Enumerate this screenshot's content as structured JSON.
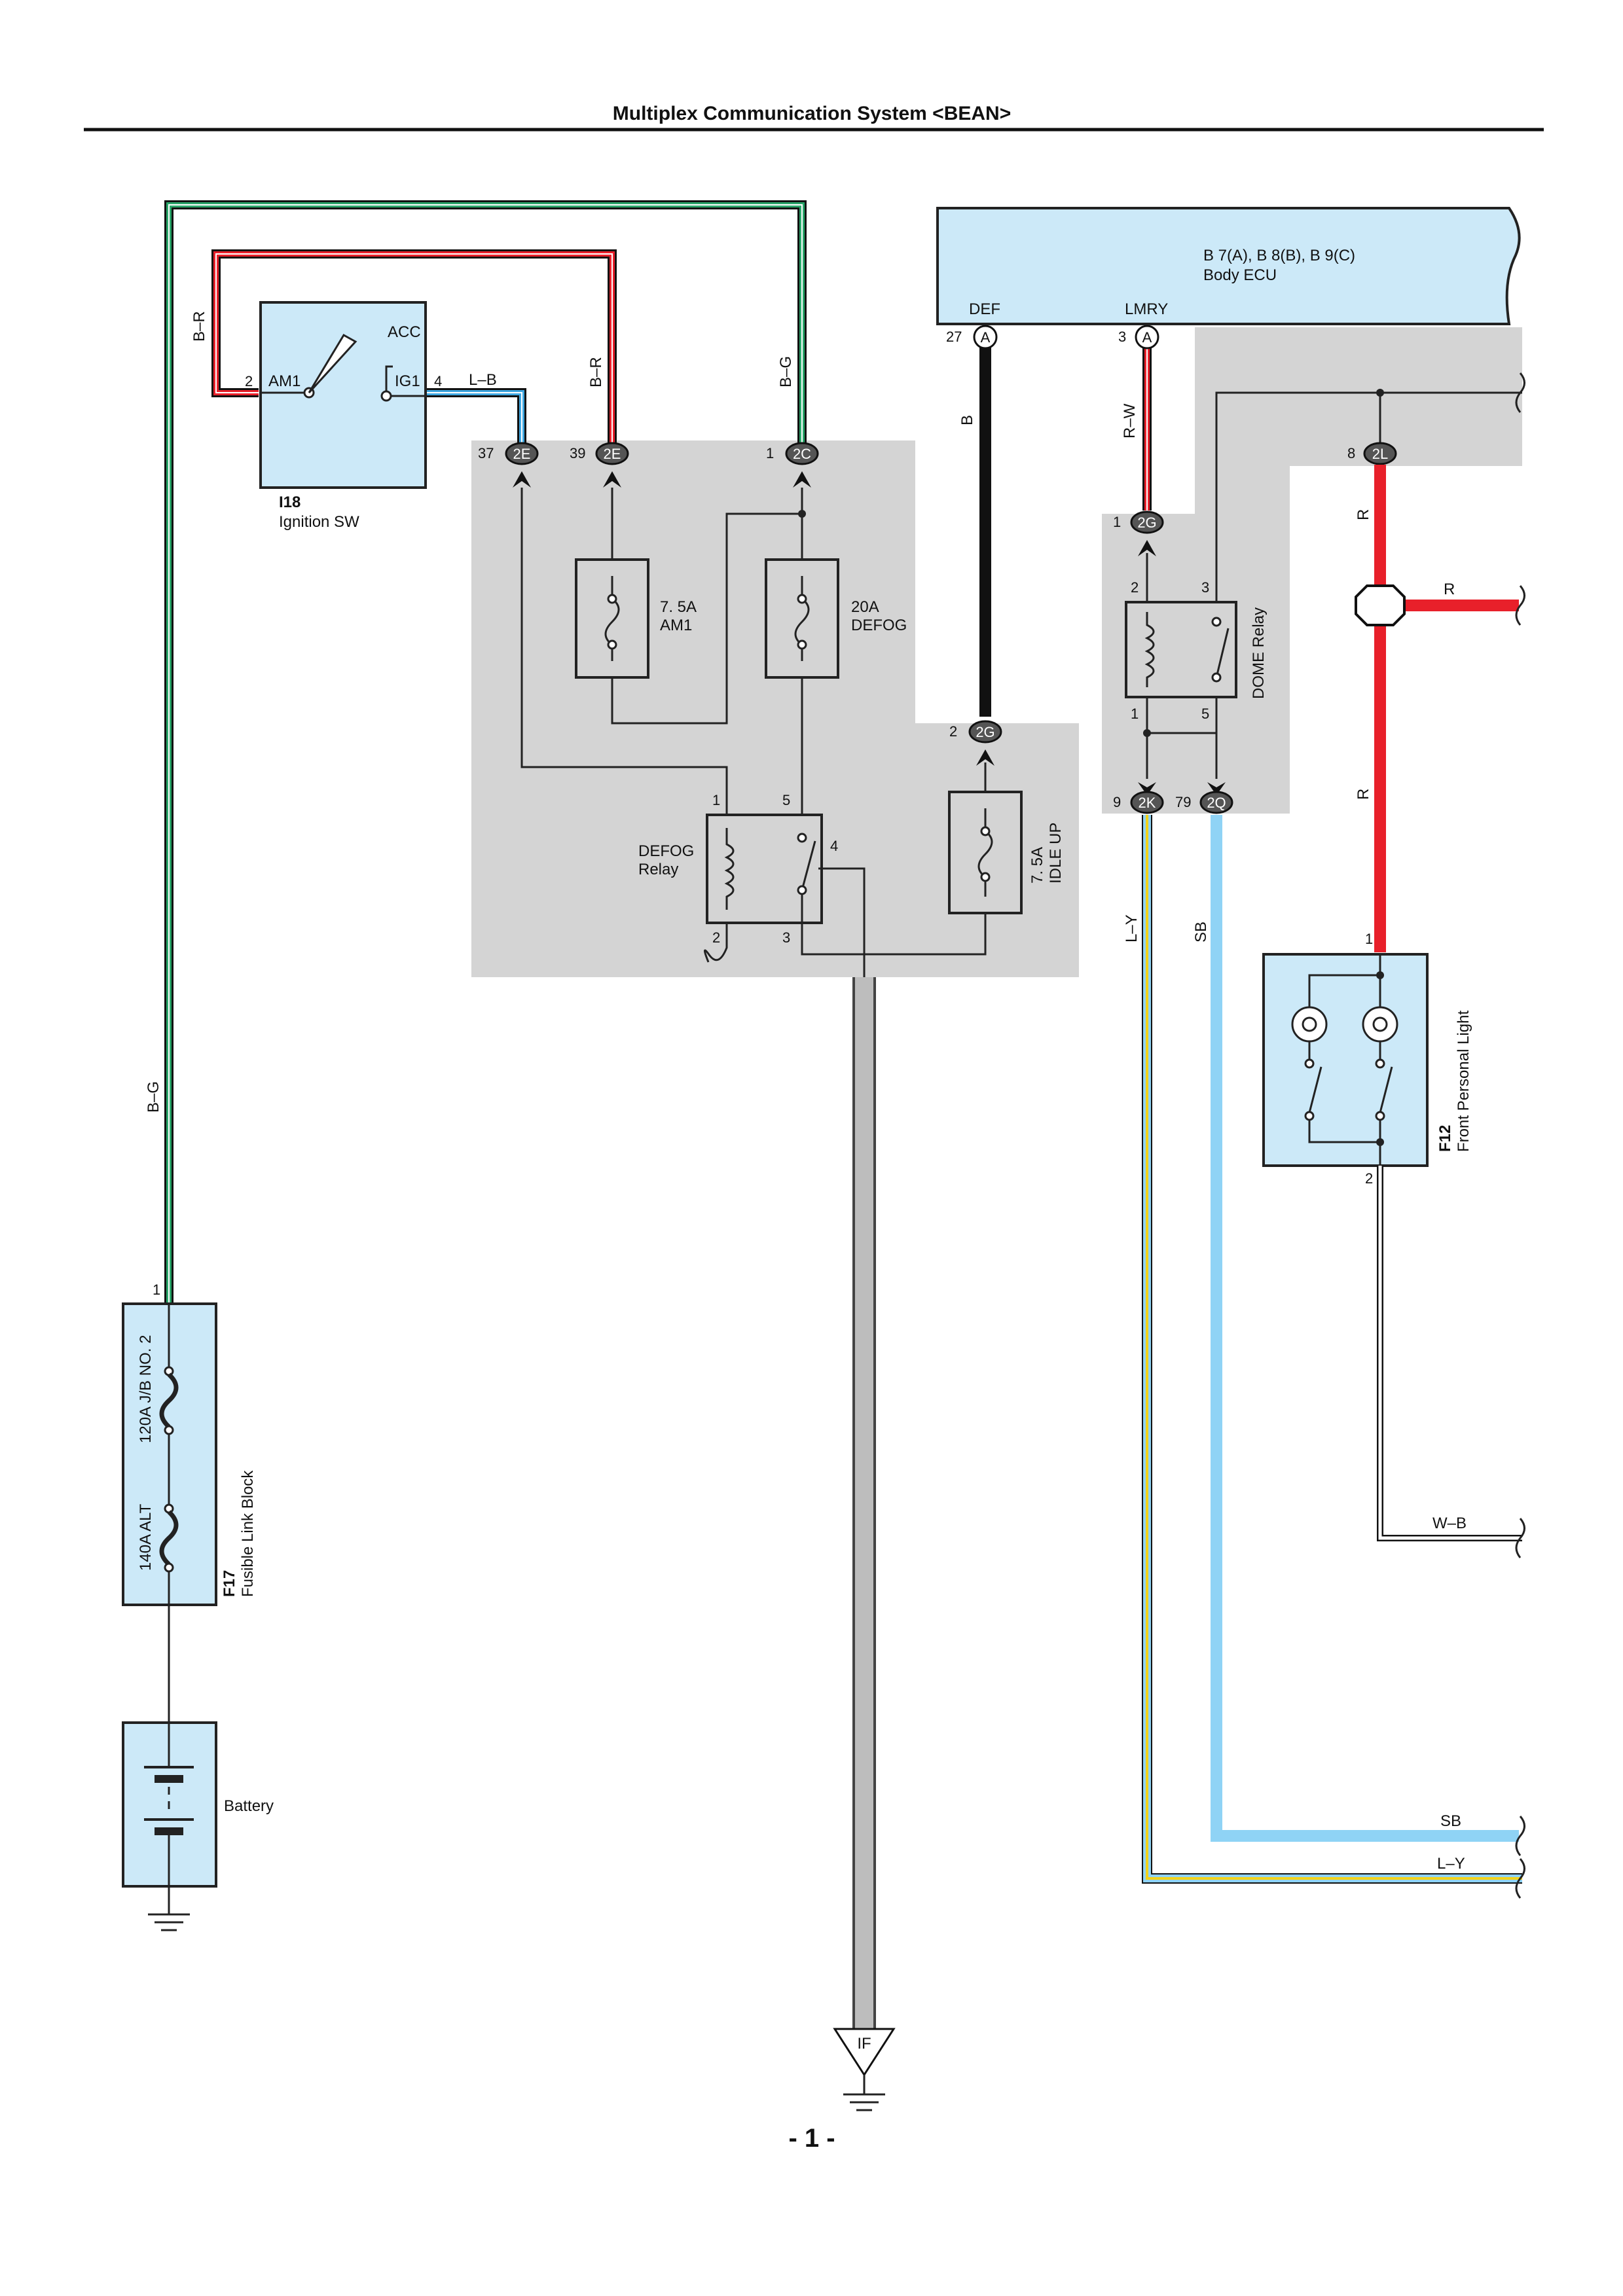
{
  "header": {
    "title": "Multiplex Communication System <BEAN>"
  },
  "footer": {
    "page": "- 1 -"
  },
  "colors": {
    "panel": "#cce9f8",
    "block": "#d4d4d4",
    "red": "#e8202a",
    "blue": "#3ea6e0",
    "green": "#2aa66a",
    "skyblue": "#8fd3f5",
    "yellow": "#f2d21a"
  },
  "components": {
    "ignition_sw": {
      "id": "I18",
      "name": "Ignition SW",
      "acc": "ACC",
      "am1": "AM1",
      "ig1": "IG1",
      "pin_am1": "2",
      "pin_ig1": "4"
    },
    "body_ecu": {
      "id": "B 7(A), B 8(B), B 9(C)",
      "name": "Body ECU",
      "def": "DEF",
      "lmry": "LMRY",
      "pin_def": "27",
      "pin_lmry": "3",
      "plug": "A"
    },
    "fuse_am1": {
      "rating": "7. 5A",
      "name": "AM1"
    },
    "fuse_defog": {
      "rating": "20A",
      "name": "DEFOG"
    },
    "fuse_idle": {
      "rating": "7. 5A",
      "name": "IDLE UP"
    },
    "defog_relay": {
      "name1": "DEFOG",
      "name2": "Relay",
      "p1": "1",
      "p2": "2",
      "p3": "3",
      "p4": "4",
      "p5": "5"
    },
    "dome_relay": {
      "name": "DOME Relay",
      "p1": "1",
      "p2": "2",
      "p3": "3",
      "p5": "5"
    },
    "front_light": {
      "id": "F12",
      "name": "Front Personal Light",
      "p1": "1",
      "p2": "2"
    },
    "fusible_block": {
      "id": "F17",
      "name": "Fusible Link Block",
      "f1": "120A J/B NO. 2",
      "f2": "140A ALT",
      "pin": "1"
    },
    "battery": {
      "name": "Battery"
    },
    "ground_if": {
      "name": "IF"
    }
  },
  "connectors": [
    {
      "pin": "37",
      "plug": "2E"
    },
    {
      "pin": "39",
      "plug": "2E"
    },
    {
      "pin": "1",
      "plug": "2C"
    },
    {
      "pin": "2",
      "plug": "2G"
    },
    {
      "pin": "1",
      "plug": "2G"
    },
    {
      "pin": "8",
      "plug": "2L"
    },
    {
      "pin": "9",
      "plug": "2K"
    },
    {
      "pin": "79",
      "plug": "2Q"
    }
  ],
  "wires": {
    "br": "B–R",
    "bg": "B–G",
    "lb": "L–B",
    "b": "B",
    "rw": "R–W",
    "r": "R",
    "ly": "L–Y",
    "sb": "SB",
    "wb": "W–B"
  }
}
